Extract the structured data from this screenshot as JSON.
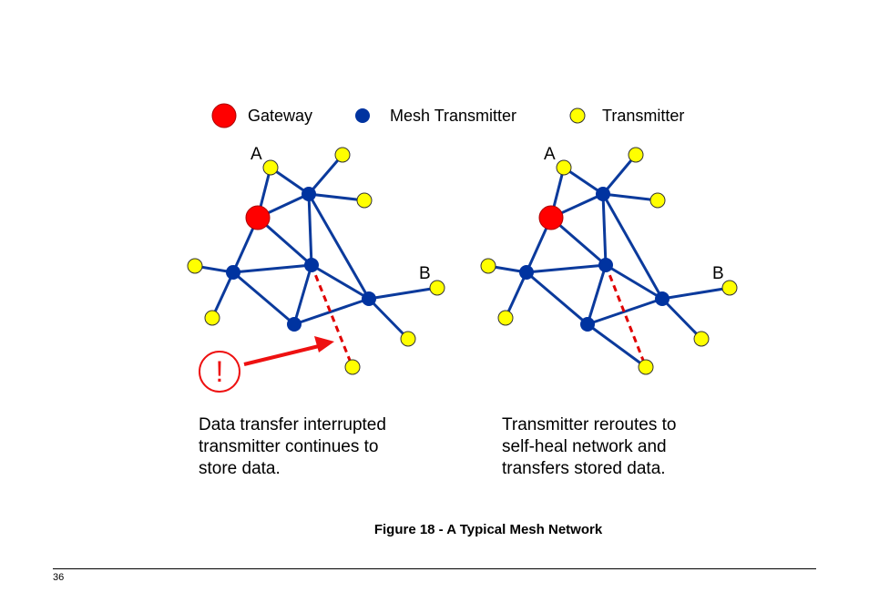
{
  "legend": {
    "gateway": "Gateway",
    "mesh_transmitter": "Mesh Transmitter",
    "transmitter": "Transmitter"
  },
  "colors": {
    "gateway": "#ff0000",
    "mesh": "#0033a0",
    "transmitter": "#ffff00",
    "link": "#0b3a9c",
    "broken_link": "#e00000",
    "alert": "#ee1111"
  },
  "left_network": {
    "label_a": "A",
    "label_b": "B",
    "alert_symbol": "!",
    "caption_lines": [
      "Data transfer interrupted",
      "transmitter continues to",
      "store data."
    ]
  },
  "right_network": {
    "label_a": "A",
    "label_b": "B",
    "caption_lines": [
      "Transmitter reroutes to",
      "self-heal network and",
      "transfers stored data."
    ]
  },
  "figure_caption": "Figure 18 - A Typical Mesh Network",
  "page_number": "36"
}
